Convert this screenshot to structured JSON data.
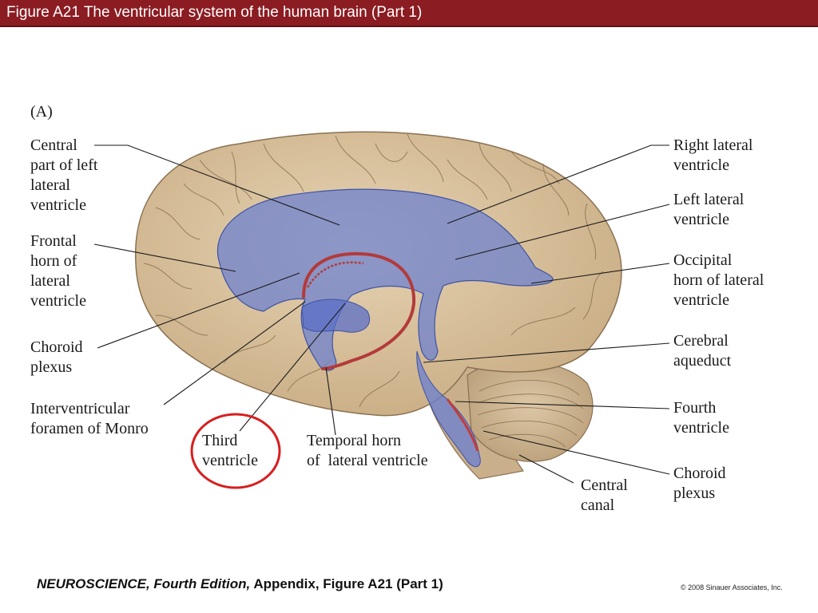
{
  "header": {
    "title": "Figure A21  The ventricular system of the human brain (Part 1)"
  },
  "figure": {
    "panel_label": "(A)",
    "labels": {
      "central_part": "Central\npart of left\nlateral\nventricle",
      "frontal_horn": "Frontal\nhorn of\nlateral\nventricle",
      "choroid_plexus_left": "Choroid\nplexus",
      "interventricular_foramen": "Interventricular\nforamen of Monro",
      "third_ventricle": "Third\nventricle",
      "temporal_horn": "Temporal horn\nof  lateral ventricle",
      "central_canal": "Central\ncanal",
      "right_lateral": "Right lateral\nventricle",
      "left_lateral": "Left lateral\nventricle",
      "occipital_horn": "Occipital\nhorn of lateral\nventricle",
      "cerebral_aqueduct": "Cerebral\naqueduct",
      "fourth_ventricle": "Fourth\nventricle",
      "choroid_plexus_right": "Choroid\nplexus"
    },
    "colors": {
      "brain": "#d8c2a0",
      "ventricle": "#6a7fd0",
      "choroid": "#b33a3a",
      "highlight_circle": "#d81e1e"
    }
  },
  "footer": {
    "book_title": "NEUROSCIENCE, Fourth Edition,",
    "reference": " Appendix, Figure A21 (Part 1)",
    "copyright": "© 2008 Sinauer Associates, Inc."
  }
}
